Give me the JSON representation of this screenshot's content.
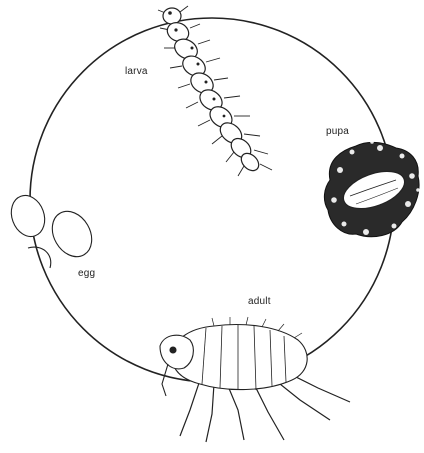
{
  "diagram": {
    "stages": [
      {
        "id": "larva",
        "label": "larva"
      },
      {
        "id": "pupa",
        "label": "pupa"
      },
      {
        "id": "egg",
        "label": "egg"
      },
      {
        "id": "adult",
        "label": "adult"
      }
    ]
  },
  "colors": {
    "ink": "#222222",
    "background": "#ffffff"
  }
}
